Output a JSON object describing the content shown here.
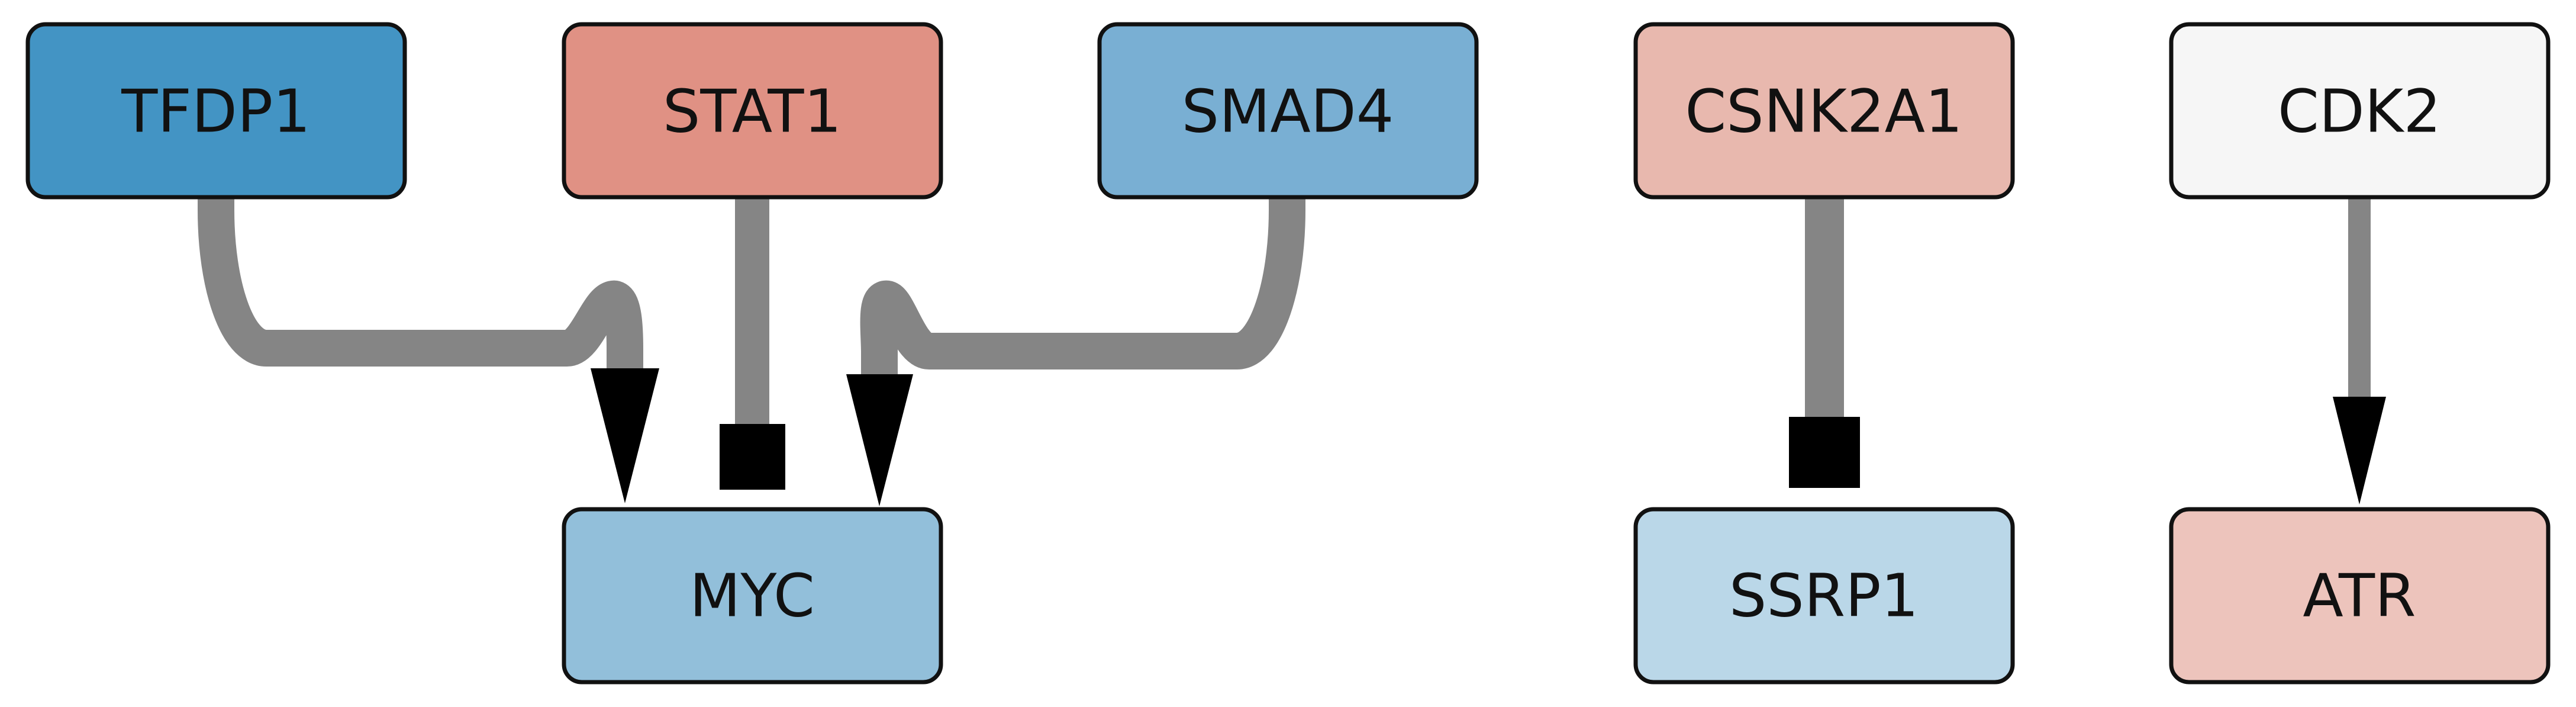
{
  "diagram": {
    "type": "gene-regulatory-network",
    "colors": {
      "edge": "#858585",
      "head": "#000000",
      "node_border": "#111111"
    },
    "nodes": [
      {
        "id": "TFDP1",
        "label": "TFDP1",
        "fill": "#4394c4"
      },
      {
        "id": "STAT1",
        "label": "STAT1",
        "fill": "#e09184"
      },
      {
        "id": "SMAD4",
        "label": "SMAD4",
        "fill": "#79afd3"
      },
      {
        "id": "CSNK2A1",
        "label": "CSNK2A1",
        "fill": "#e8b8ae"
      },
      {
        "id": "CDK2",
        "label": "CDK2",
        "fill": "#f6f6f6"
      },
      {
        "id": "MYC",
        "label": "MYC",
        "fill": "#92bfda"
      },
      {
        "id": "SSRP1",
        "label": "SSRP1",
        "fill": "#bad7e8"
      },
      {
        "id": "ATR",
        "label": "ATR",
        "fill": "#edc4bc"
      }
    ],
    "edges": [
      {
        "source": "TFDP1",
        "target": "MYC",
        "interaction": "activation"
      },
      {
        "source": "STAT1",
        "target": "MYC",
        "interaction": "inhibition"
      },
      {
        "source": "SMAD4",
        "target": "MYC",
        "interaction": "activation"
      },
      {
        "source": "CSNK2A1",
        "target": "SSRP1",
        "interaction": "inhibition"
      },
      {
        "source": "CDK2",
        "target": "ATR",
        "interaction": "activation"
      }
    ]
  }
}
